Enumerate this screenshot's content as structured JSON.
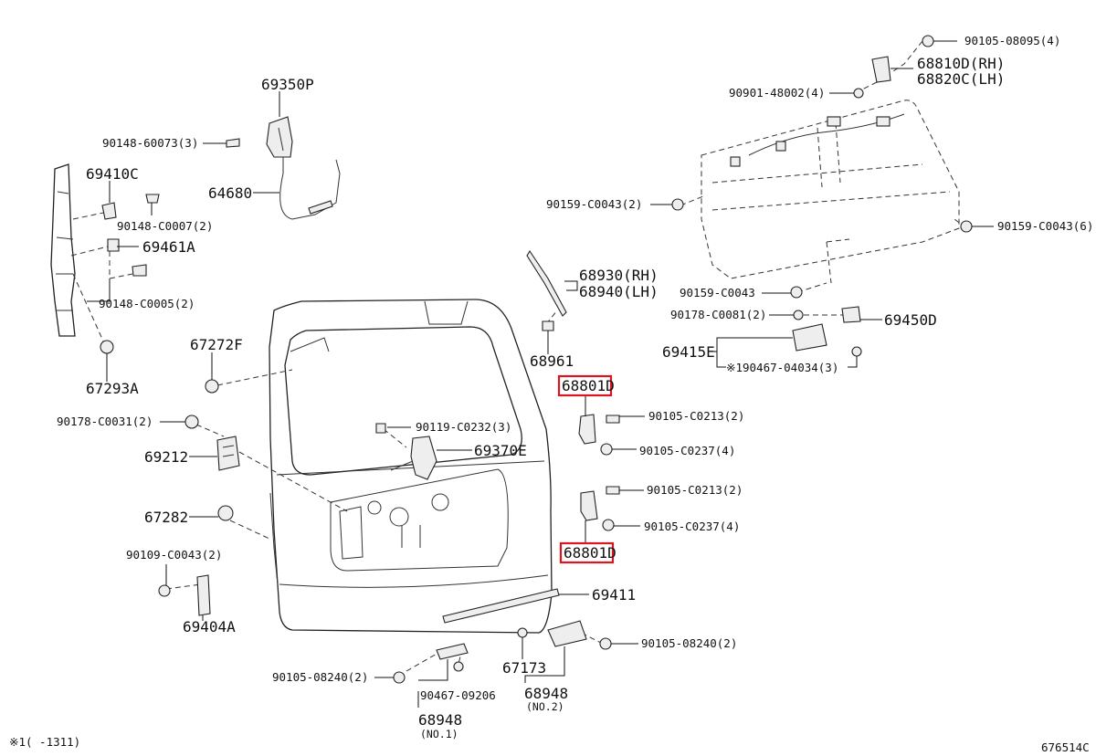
{
  "labels": {
    "l69350P": "69350P",
    "l90148_60073": "90148-60073(3)",
    "l64680": "64680",
    "l69410C": "69410C",
    "l90148_C0007": "90148-C0007(2)",
    "l69461A": "69461A",
    "l90148_C0005": "90148-C0005(2)",
    "l67293A": "67293A",
    "l67272F": "67272F",
    "l90178_C0031": "90178-C0031(2)",
    "l90119_C0232": "90119-C0232(3)",
    "l69370E": "69370E",
    "l69212": "69212",
    "l67282": "67282",
    "l90109_C0043": "90109-C0043(2)",
    "l69404A": "69404A",
    "l68930": "68930(RH)",
    "l68940": "68940(LH)",
    "l68961": "68961",
    "l68801D_top": "68801D",
    "l68801D_bottom": "68801D",
    "l90105_C0213_a": "90105-C0213(2)",
    "l90105_C0237_a": "90105-C0237(4)",
    "l90105_C0213_b": "90105-C0213(2)",
    "l90105_C0237_b": "90105-C0237(4)",
    "l69411": "69411",
    "l90105_08240_right": "90105-08240(2)",
    "l67173": "67173",
    "l68948_no2": "68948",
    "l68948_no2_sub": "(NO.2)",
    "l90105_08240_left": "90105-08240(2)",
    "l90467_09206": "90467-09206",
    "l68948_no1": "68948",
    "l68948_no1_sub": "(NO.1)",
    "l90105_08095": "90105-08095(4)",
    "l68810D": "68810D(RH)",
    "l68820C": "68820C(LH)",
    "l90901_48002": "90901-48002(4)",
    "l90159_C0043_2": "90159-C0043(2)",
    "l90159_C0043_6": "90159-C0043(6)",
    "l90159_C0043": "90159-C0043",
    "l90178_C0081": "90178-C0081(2)",
    "l69450D": "69450D",
    "l69415E": "69415E",
    "l90467_04034": "※190467-04034(3)"
  },
  "footer": {
    "note": "※1(    -1311)",
    "illustration_id": "676514C"
  },
  "highlight_color": "#e0141e"
}
